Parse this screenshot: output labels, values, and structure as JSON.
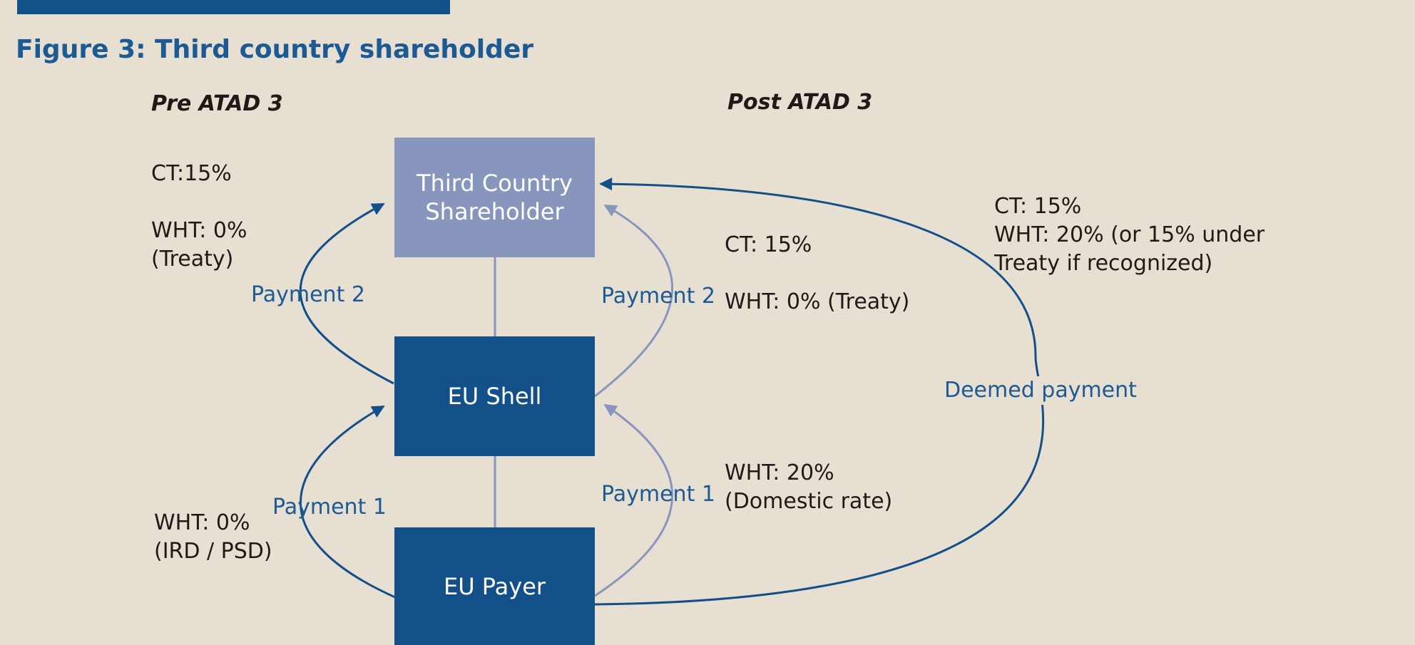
{
  "figure": {
    "title": "Figure 3: Third country shareholder",
    "pre_heading": "Pre ATAD 3",
    "post_heading": "Post ATAD 3"
  },
  "nodes": {
    "shareholder": "Third Country\nShareholder",
    "shell": "EU Shell",
    "payer": "EU Payer"
  },
  "pre": {
    "shareholder_note": "CT:15%\n\nWHT: 0%\n(Treaty)",
    "payment_2": "Payment 2",
    "payment_1": "Payment 1",
    "payer_note": "WHT: 0%\n(IRD / PSD)"
  },
  "post": {
    "payment_2": "Payment 2",
    "payment_1": "Payment 1",
    "shell_note": "CT: 15%\n\nWHT: 0% (Treaty)",
    "payer_note": "WHT: 20%\n(Domestic rate)",
    "deemed_note": "CT: 15%\nWHT: 20% (or 15% under\nTreaty if recognized)",
    "deemed_payment": "Deemed payment"
  },
  "colors": {
    "background": "#e8dfd3",
    "dark_blue": "#134f88",
    "light_blue": "#8896be",
    "text_blue": "#1c5a94",
    "text": "#1f1a17"
  }
}
